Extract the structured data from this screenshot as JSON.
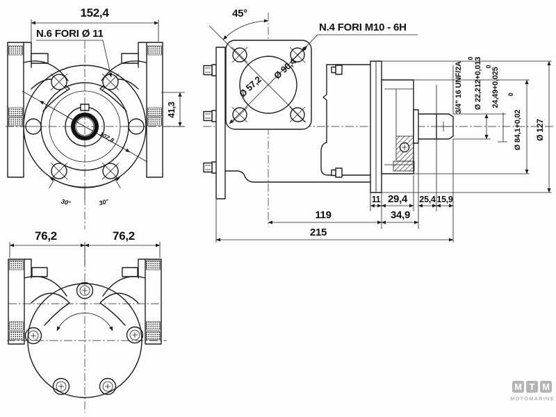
{
  "front_view": {
    "width_dim": "152,4",
    "holes_label": "N.6 FORI Ø 11",
    "offset_dim": "41,3",
    "diagonal_dim": "107,8",
    "angle_left": "30°",
    "angle_right": "30°"
  },
  "side_view": {
    "angle_dim": "45°",
    "holes_label": "N.4 FORI M10 - 6H",
    "pilot_dia": "Ø 57,2",
    "bolt_circle_dia": "Ø 90,4",
    "thread_spec": "3/4\" 16 UNF/2A",
    "shaft_dia": "Ø 22,212+0,013",
    "shaft_dia_tol": "0",
    "key_height": "24,49+0,025",
    "key_height_tol": "0",
    "bore_dia": "Ø 84,1+0,02",
    "bore_dia_tol": "0",
    "flange_dia": "Ø 127",
    "dim_11": "11",
    "dim_29_4": "29,4",
    "dim_25_4": "25,4",
    "dim_15_9": "15,9",
    "dim_119": "119",
    "dim_34_9": "34,9",
    "dim_215": "215"
  },
  "bottom_view": {
    "width_left": "76,2",
    "width_right": "76,2"
  },
  "logo": {
    "letter_1": "M",
    "letter_2": "T",
    "letter_3": "M",
    "name": "MOTOMARINE"
  },
  "colors": {
    "line": "#1c1c1c",
    "logo_gray": "#b4b4b4"
  }
}
